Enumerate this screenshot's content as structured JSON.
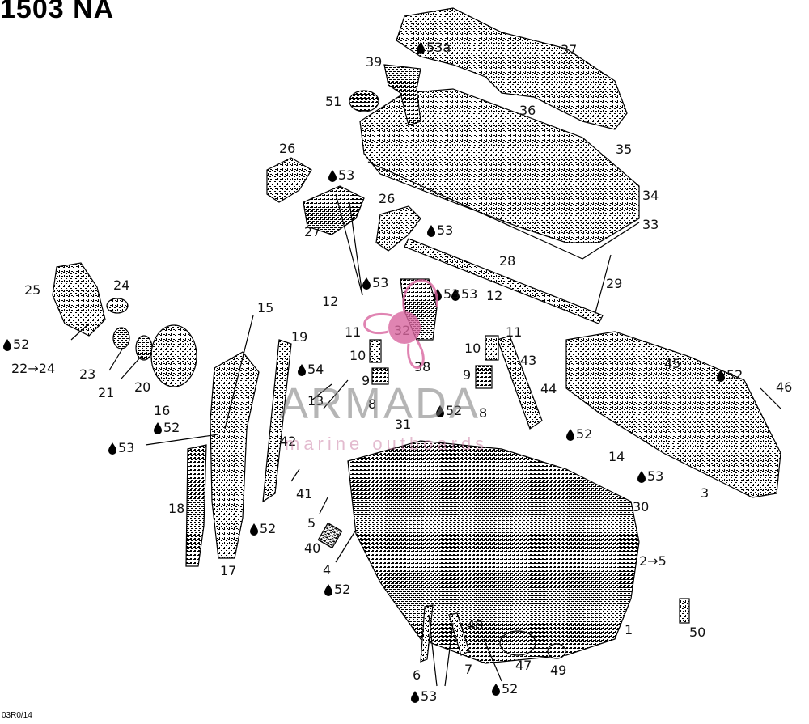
{
  "title": "1503 NA",
  "drawing_code": "03R0/14",
  "watermark": {
    "brand": "ARMADA",
    "subtitle": "marine outboards"
  },
  "colors": {
    "ink": "#000000",
    "watermark_pink": "#d9669f",
    "watermark_gray": "#7a7a7a"
  },
  "icons": {
    "lubricant": "oil-drop-icon",
    "arrow": "right-arrow-icon"
  },
  "callouts": [
    "53a",
    "37",
    "39",
    "51",
    "36",
    "35",
    "34",
    "33",
    "26",
    "53",
    "27",
    "53",
    "26",
    "53",
    "28",
    "53",
    "29",
    "25",
    "24",
    "52",
    "22→24",
    "23",
    "21",
    "20",
    "16",
    "52",
    "15",
    "53",
    "18",
    "17",
    "19",
    "12",
    "11",
    "32",
    "53",
    "10",
    "9",
    "8",
    "38",
    "31",
    "52",
    "8",
    "54",
    "13",
    "42",
    "41",
    "52",
    "5",
    "40",
    "4",
    "52",
    "12",
    "11",
    "10",
    "9",
    "43",
    "44",
    "52",
    "45",
    "52",
    "46",
    "14",
    "53",
    "3",
    "30",
    "2→5",
    "1",
    "50",
    "48",
    "47",
    "49",
    "6",
    "7",
    "53",
    "52"
  ]
}
